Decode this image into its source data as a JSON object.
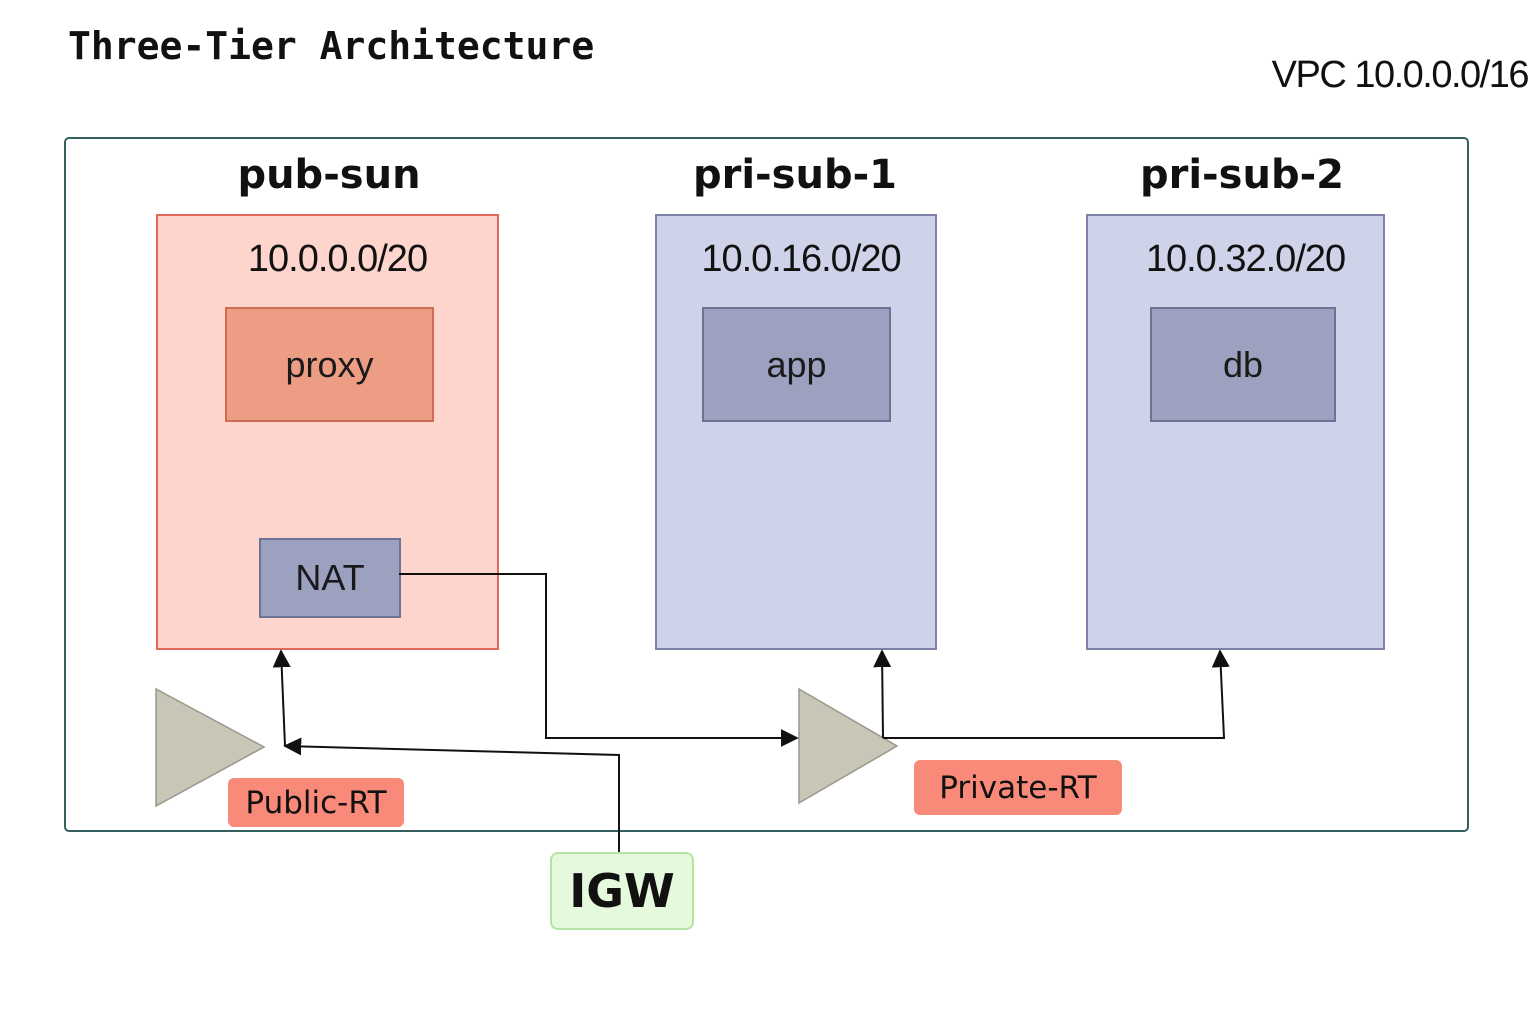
{
  "diagram": {
    "title": "Three-Tier Architecture",
    "vpc_label": "VPC 10.0.0.0/16",
    "subnets": [
      {
        "name": "pub-sun",
        "cidr": "10.0.0.0/20",
        "servers": [
          "proxy",
          "NAT"
        ]
      },
      {
        "name": "pri-sub-1",
        "cidr": "10.0.16.0/20",
        "servers": [
          "app"
        ]
      },
      {
        "name": "pri-sub-2",
        "cidr": "10.0.32.0/20",
        "servers": [
          "db"
        ]
      }
    ],
    "route_tables": [
      "Public-RT",
      "Private-RT"
    ],
    "gateway": "IGW",
    "colors": {
      "public_subnet_fill": "#fdd5cd",
      "public_subnet_border": "#e06a58",
      "private_subnet_fill": "#cfd3e9",
      "private_subnet_border": "#7d82ab",
      "server_fill": "#9da1c0",
      "proxy_fill": "#ed9d84",
      "route_table_label": "#f98a79",
      "route_table_icon": "#c9c6b8",
      "igw_fill": "#e5f9dc",
      "vpc_border": "#33605e"
    }
  }
}
